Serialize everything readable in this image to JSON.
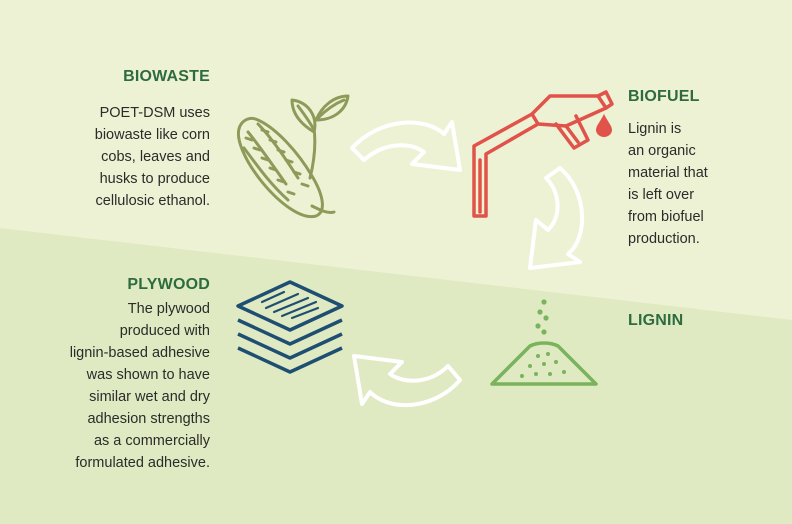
{
  "steps": {
    "biowaste": {
      "title": "BIOWASTE",
      "lines": [
        "POET-DSM uses",
        "biowaste like corn",
        "cobs, leaves and",
        "husks to produce",
        "cellulosic ethanol."
      ]
    },
    "biofuel": {
      "title": "BIOFUEL",
      "lines": [
        "Lignin is",
        "an organic",
        "material that",
        "is left over",
        "from biofuel",
        "production."
      ]
    },
    "lignin": {
      "title": "LIGNIN"
    },
    "plywood": {
      "title": "PLYWOOD",
      "lines": [
        "The plywood",
        "produced with",
        "lignin-based adhesive",
        "was shown to have",
        "similar wet and dry",
        "adhesion strengths",
        "as a commercially",
        "formulated adhesive."
      ]
    }
  },
  "icons": {
    "biowaste": "corn-cob-icon",
    "biofuel": "fuel-nozzle-icon",
    "lignin": "powder-pile-icon",
    "plywood": "plywood-layers-icon",
    "arrows": "curved-arrow-icon"
  },
  "colors": {
    "bg_light": "#eef2d4",
    "bg_band": "#dfeac2",
    "heading": "#2e6b3f",
    "text": "#2b2b2b",
    "corn": "#8e9a5a",
    "nozzle": "#e0524a",
    "lignin": "#79b35c",
    "plywood": "#1e4f73",
    "arrow": "#ffffff"
  }
}
